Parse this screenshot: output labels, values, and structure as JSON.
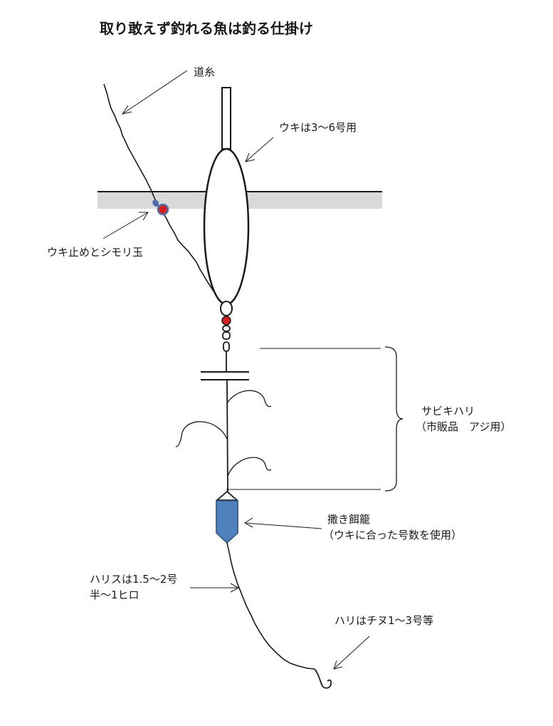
{
  "title": "取り敢えず釣れる魚は釣る仕掛け",
  "labels": {
    "michiito": "道糸",
    "uki": "ウキは3〜6号用",
    "ukidome": "ウキ止めとシモリ玉",
    "sabiki_line1": "サビキハリ",
    "sabiki_line2": "（市販品　アジ用）",
    "makiesa_line1": "撒き餌籠",
    "makiesa_line2": "（ウキに合った号数を使用）",
    "harisu_line1": "ハリスは1.5〜2号",
    "harisu_line2": "半〜1ヒロ",
    "hari": "ハリはチヌ1〜3号等"
  },
  "colors": {
    "water": "#d9d9d9",
    "line": "#1a1a1a",
    "bead": "#d42020",
    "stopper_knot": "#4f6ea8",
    "feeder": "#4f81bd",
    "feeder_outline": "#385d8a"
  }
}
